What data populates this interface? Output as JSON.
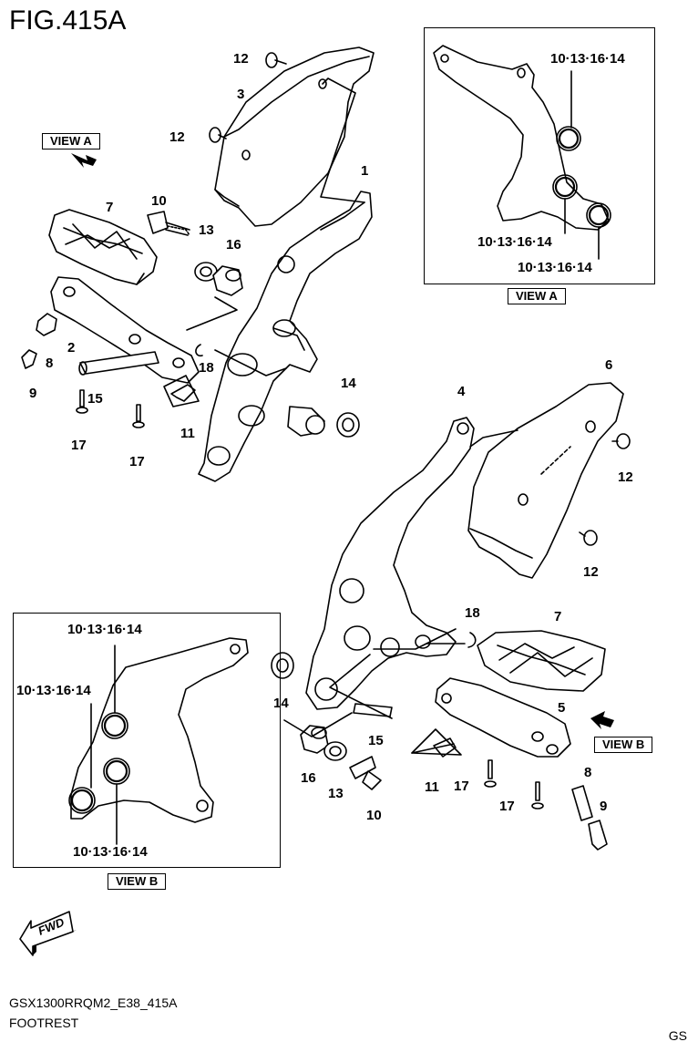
{
  "figure": {
    "title": "FIG.415A",
    "model_code": "GSX1300RRQM2_E38_415A",
    "description": "FOOTREST",
    "region": "GS"
  },
  "views": {
    "view_a": "VIEW A",
    "view_b": "VIEW B"
  },
  "parts": {
    "p1": "1",
    "p2": "2",
    "p3": "3",
    "p4": "4",
    "p5": "5",
    "p6": "6",
    "p7": "7",
    "p8": "8",
    "p9": "9",
    "p10": "10",
    "p11": "11",
    "p12": "12",
    "p13": "13",
    "p14": "14",
    "p15": "15",
    "p16": "16",
    "p17": "17",
    "p18": "18"
  },
  "callouts": {
    "bearing_set": "10·13·16·14"
  },
  "icons": {
    "fwd": "FWD"
  }
}
